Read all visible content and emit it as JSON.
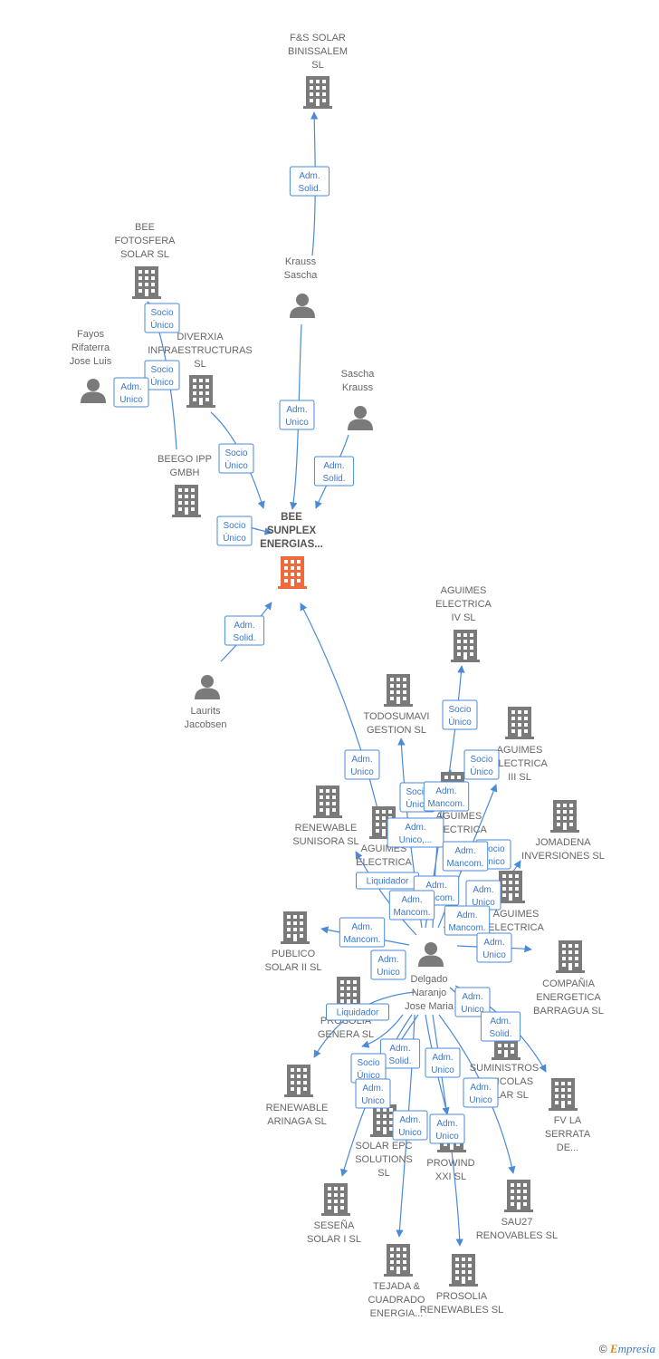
{
  "colors": {
    "edge": "#4a8ad8",
    "node": "#7a7a7a",
    "center_node": "#ee6a3a",
    "role_text": "#3a78c8",
    "label": "#666666"
  },
  "nodes": [
    {
      "id": "fs_solar",
      "type": "company",
      "label": [
        "F&S SOLAR",
        "BINISSALEM",
        "SL"
      ]
    },
    {
      "id": "bee_fotosfera",
      "type": "company",
      "label": [
        "BEE",
        "FOTOSFERA",
        "SOLAR  SL"
      ]
    },
    {
      "id": "krauss_sascha",
      "type": "person",
      "label": [
        "Krauss",
        "Sascha"
      ]
    },
    {
      "id": "fayos",
      "type": "person",
      "label": [
        "Fayos",
        "Rifaterra",
        "Jose Luis"
      ]
    },
    {
      "id": "diverxia",
      "type": "company",
      "label": [
        "DIVERXIA",
        "INFRAESTRUCTURAS",
        "SL"
      ]
    },
    {
      "id": "sascha_krauss",
      "type": "person",
      "label": [
        "Sascha",
        "Krauss"
      ]
    },
    {
      "id": "beego",
      "type": "company",
      "label": [
        "BEEGO IPP",
        "GMBH"
      ]
    },
    {
      "id": "bee_sunplex",
      "type": "company_center",
      "label": [
        "BEE",
        "SUNPLEX",
        "ENERGIAS..."
      ]
    },
    {
      "id": "laurits",
      "type": "person",
      "label": [
        "Laurits",
        "Jacobsen"
      ]
    },
    {
      "id": "aguimes_iv",
      "type": "company",
      "label": [
        "AGUIMES",
        "ELECTRICA",
        "IV SL"
      ]
    },
    {
      "id": "todosumavi",
      "type": "company",
      "label": [
        "TODOSUMAVI",
        "GESTION SL"
      ]
    },
    {
      "id": "aguimes_iii",
      "type": "company",
      "label": [
        "AGUIMES",
        "ELECTRICA",
        "III SL"
      ]
    },
    {
      "id": "aguimes_b",
      "type": "company",
      "label": [
        "AGUIMES",
        "ELECTRICA"
      ]
    },
    {
      "id": "renewable_sunisora",
      "type": "company",
      "label": [
        "RENEWABLE",
        "SUNISORA SL"
      ]
    },
    {
      "id": "aguimes_c",
      "type": "company",
      "label": [
        "AGUIMES",
        "ELECTRICA"
      ]
    },
    {
      "id": "jomadena",
      "type": "company",
      "label": [
        "JOMADENA",
        "INVERSIONES SL"
      ]
    },
    {
      "id": "aguimes_d",
      "type": "company",
      "label": [
        "AGUIMES",
        "ELECTRICA"
      ]
    },
    {
      "id": "publico_solar",
      "type": "company",
      "label": [
        "PUBLICO",
        "SOLAR II SL"
      ]
    },
    {
      "id": "delgado",
      "type": "person",
      "label": [
        "Delgado",
        "Naranjo",
        "Jose Maria"
      ]
    },
    {
      "id": "compania",
      "type": "company",
      "label": [
        "COMPAÑIA",
        "ENERGETICA",
        "BARRAGUA SL"
      ]
    },
    {
      "id": "prosolia_genera",
      "type": "company",
      "label": [
        "PROSOLIA",
        "GENERA SL"
      ]
    },
    {
      "id": "suministros",
      "type": "company",
      "label": [
        "SUMINISTROS",
        "AGRICOLAS",
        "SOLAR SL"
      ]
    },
    {
      "id": "renewable_arinaga",
      "type": "company",
      "label": [
        "RENEWABLE",
        "ARINAGA  SL"
      ]
    },
    {
      "id": "fv_serrata",
      "type": "company",
      "label": [
        "FV LA",
        "SERRATA",
        "DE..."
      ]
    },
    {
      "id": "solar_epc",
      "type": "company",
      "label": [
        "SOLAR EPC",
        "SOLUTIONS",
        "SL"
      ]
    },
    {
      "id": "prowind",
      "type": "company",
      "label": [
        "PROWIND",
        "XXI SL"
      ]
    },
    {
      "id": "sau27",
      "type": "company",
      "label": [
        "SAU27",
        "RENOVABLES SL"
      ]
    },
    {
      "id": "sesena",
      "type": "company",
      "label": [
        "SESEÑA",
        "SOLAR I SL"
      ]
    },
    {
      "id": "tejada",
      "type": "company",
      "label": [
        "TEJADA &",
        "CUADRADO",
        "ENERGIA..."
      ]
    },
    {
      "id": "prosolia_renewables",
      "type": "company",
      "label": [
        "PROSOLIA",
        "RENEWABLES SL"
      ]
    }
  ],
  "roles": [
    {
      "id": "r1",
      "lines": [
        "Adm.",
        "Solid."
      ]
    },
    {
      "id": "r2",
      "lines": [
        "Socio",
        "Único"
      ]
    },
    {
      "id": "r3",
      "lines": [
        "Socio",
        "Único"
      ]
    },
    {
      "id": "r4",
      "lines": [
        "Adm.",
        "Unico"
      ]
    },
    {
      "id": "r5",
      "lines": [
        "Adm.",
        "Unico"
      ]
    },
    {
      "id": "r6",
      "lines": [
        "Socio",
        "Único"
      ]
    },
    {
      "id": "r7",
      "lines": [
        "Adm.",
        "Solid."
      ]
    },
    {
      "id": "r8",
      "lines": [
        "Socio",
        "Único"
      ]
    },
    {
      "id": "r9",
      "lines": [
        "Adm.",
        "Solid."
      ]
    },
    {
      "id": "r10",
      "lines": [
        "Adm.",
        "Unico"
      ]
    },
    {
      "id": "r11",
      "lines": [
        "Socio",
        "Único"
      ]
    },
    {
      "id": "r12",
      "lines": [
        "Socio",
        "Único"
      ]
    },
    {
      "id": "r13",
      "lines": [
        "Socio",
        "Único"
      ]
    },
    {
      "id": "r14",
      "lines": [
        "Adm.",
        "Mancom."
      ]
    },
    {
      "id": "r15",
      "lines": [
        "Adm.",
        "Unico,..."
      ]
    },
    {
      "id": "r16",
      "lines": [
        "Socio",
        "Único"
      ]
    },
    {
      "id": "r17",
      "lines": [
        "Adm.",
        "Mancom."
      ]
    },
    {
      "id": "r18",
      "lines": [
        "Liquidador"
      ]
    },
    {
      "id": "r19",
      "lines": [
        "Adm.",
        "Mancom."
      ]
    },
    {
      "id": "r20",
      "lines": [
        "Adm.",
        "Mancom."
      ]
    },
    {
      "id": "r21",
      "lines": [
        "Adm.",
        "Unico"
      ]
    },
    {
      "id": "r22",
      "lines": [
        "Adm.",
        "Mancom."
      ]
    },
    {
      "id": "r23",
      "lines": [
        "Adm.",
        "Mancom."
      ]
    },
    {
      "id": "r24",
      "lines": [
        "Adm.",
        "Unico"
      ]
    },
    {
      "id": "r25",
      "lines": [
        "Adm.",
        "Unico"
      ]
    },
    {
      "id": "r26",
      "lines": [
        "Liquidador"
      ]
    },
    {
      "id": "r27",
      "lines": [
        "Adm.",
        "Unico"
      ]
    },
    {
      "id": "r28",
      "lines": [
        "Adm.",
        "Solid."
      ]
    },
    {
      "id": "r29",
      "lines": [
        "Adm.",
        "Solid."
      ]
    },
    {
      "id": "r30",
      "lines": [
        "Socio",
        "Único"
      ]
    },
    {
      "id": "r31",
      "lines": [
        "Adm.",
        "Unico"
      ]
    },
    {
      "id": "r32",
      "lines": [
        "Adm.",
        "Unico"
      ]
    },
    {
      "id": "r33",
      "lines": [
        "Adm.",
        "Unico"
      ]
    },
    {
      "id": "r34",
      "lines": [
        "Adm.",
        "Unico"
      ]
    },
    {
      "id": "r35",
      "lines": [
        "Adm.",
        "Unico"
      ]
    }
  ],
  "footer": {
    "copyright": "©",
    "brand_first": "E",
    "brand_rest": "mpresia"
  }
}
